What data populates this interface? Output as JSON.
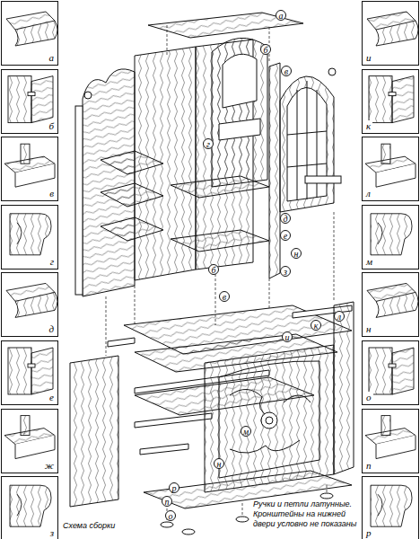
{
  "diagram": {
    "caption": "Схема сборки",
    "nodes": [
      {
        "text": [
          "а"
        ]
      },
      {
        "text": [
          "б"
        ]
      },
      {
        "text": [
          "в"
        ]
      },
      {
        "text": [
          "г"
        ]
      },
      {
        "text": [
          "д"
        ]
      },
      {
        "text": [
          "е"
        ]
      },
      {
        "text": [
          "ж"
        ]
      },
      {
        "text": [
          "з"
        ]
      },
      {
        "text": [
          "и"
        ]
      },
      {
        "text": [
          "к"
        ]
      },
      {
        "text": [
          "л"
        ]
      },
      {
        "text": [
          "м"
        ]
      },
      {
        "text": [
          "н"
        ]
      },
      {
        "text": [
          "о"
        ]
      },
      {
        "text": [
          "п"
        ]
      },
      {
        "text": [
          "р"
        ]
      }
    ],
    "labels": [
      "а",
      "б",
      "в",
      "г",
      "д",
      "е",
      "н",
      "з",
      "б",
      "и",
      "к",
      "л",
      "в",
      "м",
      "н",
      "р",
      "п",
      "о",
      "Ручки и петли латунные. Кронштейны на нижней двери условно не показаны"
    ]
  }
}
